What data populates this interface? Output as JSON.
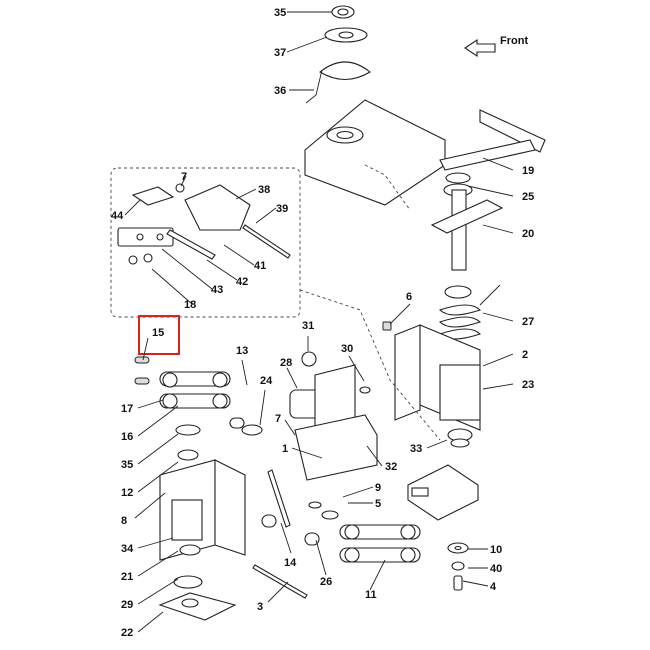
{
  "direction_label": "Front",
  "callouts": {
    "c1": "1",
    "c2": "2",
    "c3": "3",
    "c4": "4",
    "c5": "5",
    "c6": "6",
    "c7a": "7",
    "c7b": "7",
    "c8": "8",
    "c9": "9",
    "c10": "10",
    "c11": "11",
    "c12": "12",
    "c13": "13",
    "c14": "14",
    "c15": "15",
    "c16": "16",
    "c17": "17",
    "c18": "18",
    "c19": "19",
    "c20": "20",
    "c21": "21",
    "c22": "22",
    "c23": "23",
    "c24": "24",
    "c25": "25",
    "c26": "26",
    "c27": "27",
    "c28": "28",
    "c29": "29",
    "c30": "30",
    "c31": "31",
    "c32": "32",
    "c33": "33",
    "c34": "34",
    "c35a": "35",
    "c35b": "35",
    "c36": "36",
    "c37": "37",
    "c38": "38",
    "c39": "39",
    "c40": "40",
    "c41": "41",
    "c42": "42",
    "c43": "43",
    "c44": "44"
  },
  "highlight": {
    "part": "15",
    "color": "#e0201b"
  },
  "colors": {
    "line": "#222222",
    "highlight": "#e0201b"
  }
}
